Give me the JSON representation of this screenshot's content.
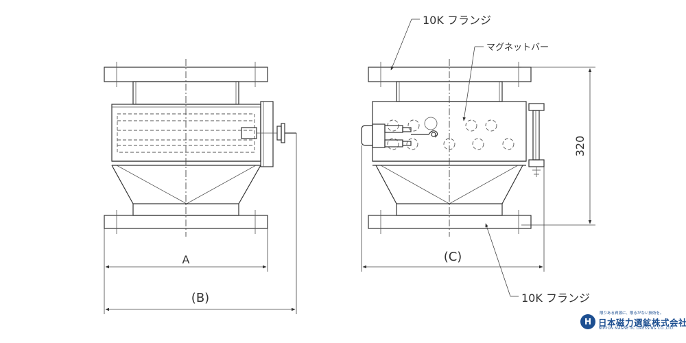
{
  "labels": {
    "top_flange": "10K フランジ",
    "magnet_bar": "マグネットバー",
    "bottom_flange": "10K フランジ"
  },
  "dimensions": {
    "a": "A",
    "b": "(B)",
    "c": "(C)",
    "height": "320"
  },
  "logo": {
    "mark": "H",
    "tagline": "限りある資源に、限るがない技術を。",
    "name": "日本磁力選鉱株式会社",
    "english": "NIPPON MAGNETIC DRESSING CO.,LTD."
  },
  "colors": {
    "line": "#333333",
    "logo": "#1d4f91"
  }
}
